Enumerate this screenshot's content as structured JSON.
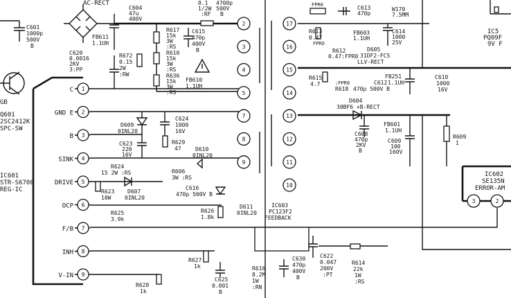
{
  "colors": {
    "ink": "#111111",
    "paper": "#ffffff"
  },
  "labels": {
    "ac_rect": "AC-RECT",
    "c601": {
      "ref": "C601",
      "val1": "1000p",
      "val2": "500V",
      "val3": "B"
    },
    "c604": {
      "ref": "C604",
      "val1": "47u",
      "val2": "400V"
    },
    "r_top": {
      "l1": "0.1",
      "l2": "1/2W",
      "l3": ":RF"
    },
    "c_top": {
      "l1": "4700p",
      "l2": "500V",
      "l3": "B"
    },
    "fb611": {
      "ref": "FB611",
      "val": "1.1UH"
    },
    "c620": {
      "ref": "C620",
      "val1": "0.0016",
      "val2": "2KV",
      "val3": "3:PP"
    },
    "r672": {
      "ref": "R672",
      "val1": "0.15",
      "val2": "2W",
      "val3": ":RW"
    },
    "r617": {
      "ref": "R617",
      "val1": "15k",
      "val2": "3W",
      "val3": ":RS"
    },
    "r610": {
      "ref": "R610",
      "val1": "15k",
      "val2": "3W",
      "val3": ":RS"
    },
    "r636": {
      "ref": "R636",
      "val1": "15k",
      "val2": "3W",
      "val3": ":RS"
    },
    "c615": {
      "ref": "C615",
      "val1": "470p",
      "val2": "400V",
      "val3": "B"
    },
    "fb610": {
      "ref": "FB610",
      "val": "1.1UH"
    },
    "q601": {
      "ref": "Q601",
      "val1": "2SC2412K",
      "val2": "SPC-SW"
    },
    "gb": "GB",
    "ic601": {
      "ref": "IC601",
      "val1": "STR-S6708",
      "val2": "REG-IC"
    },
    "ic_pins": [
      "C",
      "GND E",
      "B",
      "SINK",
      "DRIVE",
      "OCP",
      "F/B",
      "INH",
      "V-IN"
    ],
    "d609": {
      "ref": "D609",
      "val": "0INL20"
    },
    "c624": {
      "ref": "C624",
      "val1": "1000",
      "val2": "16V"
    },
    "c623": {
      "ref": "C623",
      "val1": "220",
      "val2": "16V"
    },
    "r629": {
      "ref": "R629",
      "val": "47"
    },
    "d610": {
      "ref": "D610",
      "val": "0INL20"
    },
    "r624": {
      "ref": "R624",
      "val": "15 2W :RS"
    },
    "r606": {
      "ref": "R606",
      "val": "3W :RS"
    },
    "r623": {
      "ref": "R623",
      "val": "10W"
    },
    "d607": {
      "ref": "D607",
      "val": "0INL20"
    },
    "c616": {
      "ref": "C616",
      "val": "470p 500V B"
    },
    "r625": {
      "ref": "R625",
      "val": "3.9k"
    },
    "d611": {
      "ref": "D611",
      "val": "0INL20"
    },
    "r626": {
      "ref": "R626",
      "val": "1.8k"
    },
    "ic603": {
      "ref": "IC603",
      "val1": "PC123F2",
      "val2": "FEEDBACK"
    },
    "r627": {
      "ref": "R627",
      "val": "1k"
    },
    "c625": {
      "ref": "C625",
      "val1": "0.001",
      "val2": "B"
    },
    "r628": {
      "ref": "R628",
      "val": "1k"
    },
    "r616": {
      "ref": "R616",
      "val1": "8.2M",
      "val2": "1W",
      "val3": ":RN"
    },
    "c630": {
      "ref": "C630",
      "val1": "470p",
      "val2": "400V",
      "val3": "B"
    },
    "c622": {
      "ref": "C622",
      "val1": "0.047",
      "val2": "200V",
      "val3": ":PT"
    },
    "r614": {
      "ref": "R614",
      "val1": "22k",
      "val2": "1W",
      "val3": ":RS"
    },
    "fpr0": "FPR0",
    "c613": {
      "ref": "C613",
      "val": "470p"
    },
    "w170": {
      "ref": "W170",
      "val": "7.5MM"
    },
    "r613": {
      "ref": "R613",
      "val": "0.47"
    },
    "fb603": {
      "ref": "FB603",
      "val": "1.1UH"
    },
    "fpro": "FPRO",
    "c614": {
      "ref": "C614",
      "val1": "1000",
      "val2": "25V"
    },
    "ic5": {
      "l1": "IC5",
      "l2": "PQ09F",
      "l3": "9V F"
    },
    "r612": {
      "ref": "R612",
      "val": "0.47:FPR0"
    },
    "d605": {
      "ref": "D605",
      "val": "31DF2-FC5"
    },
    "llv_rect": "LLV-RECT",
    "fb251": "FB251",
    "r615": {
      "ref": "R615",
      "val": "4.7"
    },
    "r618": {
      "ref": "R618",
      "val": ":FPR0"
    },
    "c612": {
      "ref": "C612",
      "val": "1.1UH"
    },
    "c612b": "470p 500V B",
    "c610": {
      "ref": "C610",
      "val1": "1000",
      "val2": "16V"
    },
    "d604": {
      "ref": "D604",
      "val": "30BF6 +B-RECT"
    },
    "fb601": {
      "ref": "FB601",
      "val": "1.1UH"
    },
    "c608": {
      "ref": "C608",
      "val1": "470p",
      "val2": "2KV",
      "val3": "B"
    },
    "c609": {
      "ref": "C609",
      "val1": "100",
      "val2": "160V"
    },
    "r609": {
      "ref": "R609",
      "val": "1"
    },
    "ic602": {
      "ref": "IC602",
      "val1": "SE135N",
      "val2": "ERROR-AM"
    },
    "t_left_pins": [
      "2",
      "3",
      "4",
      "5",
      "7",
      "8",
      "9"
    ],
    "t_right_pins": [
      "17",
      "16",
      "15",
      "14",
      "13",
      "12",
      "11",
      "10"
    ],
    "ic602_pins": [
      "3",
      "2"
    ],
    "ic601_pin_nums": [
      "1",
      "2",
      "3",
      "4",
      "5",
      "6",
      "7",
      "8",
      "9"
    ]
  }
}
